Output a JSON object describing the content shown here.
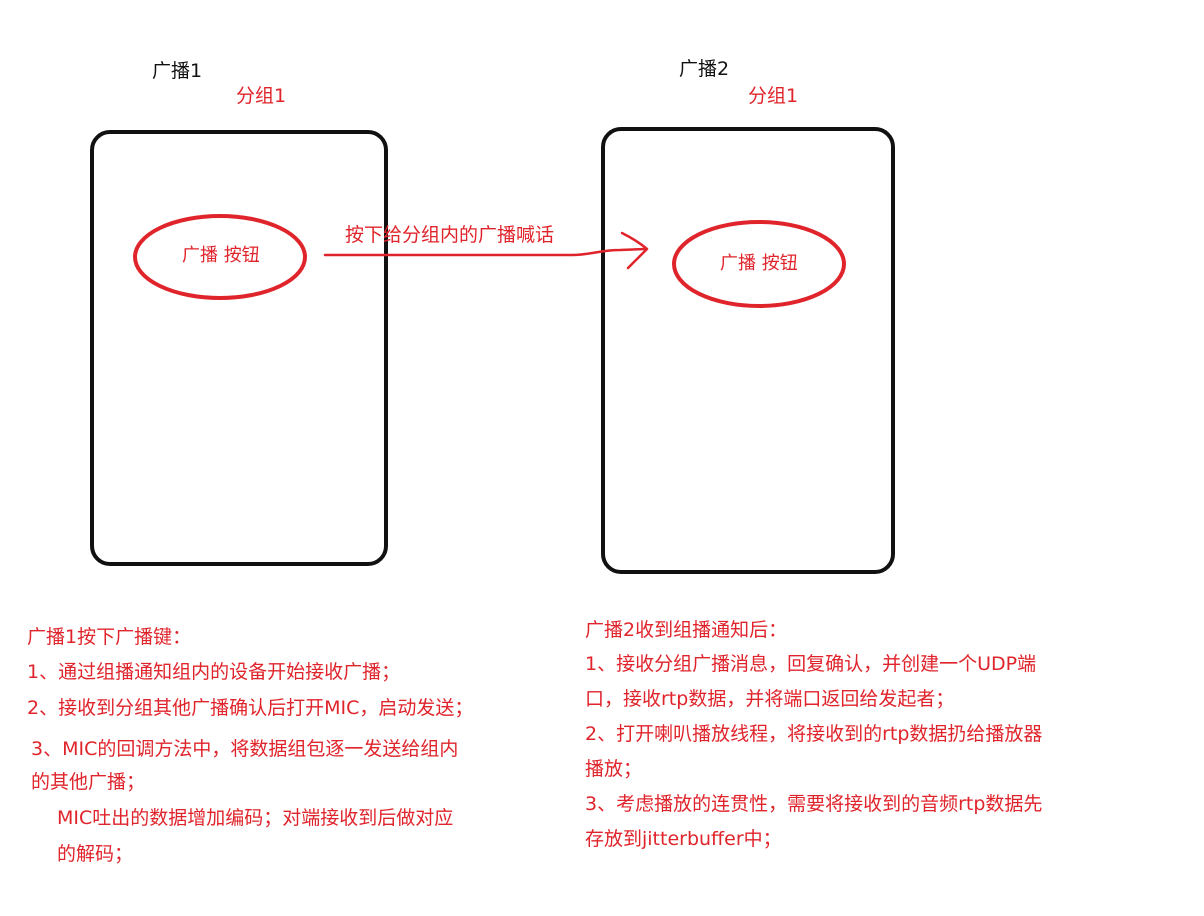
{
  "colors": {
    "accent_red": "#e0242b",
    "stroke_black": "#111111"
  },
  "device1": {
    "title": "广播1",
    "group": "分组1",
    "button_label": "广播 按钮"
  },
  "device2": {
    "title": "广播2",
    "group": "分组1",
    "button_label": "广播 按钮"
  },
  "arrow": {
    "label": "按下给分组内的广播喊话"
  },
  "notes_left": {
    "heading": "广播1按下广播键：",
    "lines": [
      "1、通过组播通知组内的设备开始接收广播；",
      "2、接收到分组其他广播确认后打开MIC，启动发送；",
      "3、MIC的回调方法中，将数据组包逐一发送给组内",
      "的其他广播；",
      "MIC吐出的数据增加编码；对端接收到后做对应",
      "的解码；"
    ]
  },
  "notes_right": {
    "heading": "广播2收到组播通知后：",
    "lines": [
      "1、接收分组广播消息，回复确认，并创建一个UDP端",
      "口，接收rtp数据，并将端口返回给发起者；",
      "2、打开喇叭播放线程，将接收到的rtp数据扔给播放器",
      "播放；",
      "3、考虑播放的连贯性，需要将接收到的音频rtp数据先",
      "存放到jitterbuffer中；"
    ]
  }
}
